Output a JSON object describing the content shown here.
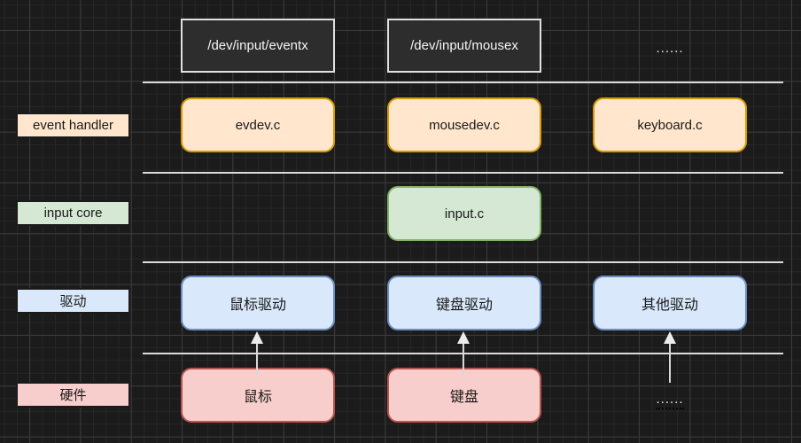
{
  "colors": {
    "background": "#1b1b1b",
    "grid_minor": "#272727",
    "grid_major": "#3b3b3b",
    "separator_line": "#dcdcdc",
    "dark_node_fill": "#2d2d2d",
    "dark_node_stroke": "#e0e0e0",
    "orange_fill": "#ffe6cc",
    "orange_stroke": "#d79b00",
    "green_fill": "#d5e8d4",
    "green_stroke": "#82b366",
    "blue_fill": "#dae8fc",
    "blue_stroke": "#6c8ebf",
    "red_fill": "#f8cecc",
    "red_stroke": "#b85450",
    "arrow": "#ececec",
    "node_text": "#1a1a1a",
    "light_text": "#f5f5f5"
  },
  "device_nodes": {
    "event": "/dev/input/eventx",
    "mouse": "/dev/input/mousex",
    "ellipsis": "......"
  },
  "layers": {
    "event_handler": {
      "label": "event handler",
      "nodes": {
        "evdev": "evdev.c",
        "mousedev": "mousedev.c",
        "keyboard": "keyboard.c"
      }
    },
    "input_core": {
      "label": "input core",
      "nodes": {
        "input": "input.c"
      }
    },
    "driver": {
      "label": "驱动",
      "nodes": {
        "mouse_driver": "鼠标驱动",
        "keyboard_driver": "键盘驱动",
        "other_driver": "其他驱动"
      }
    },
    "hardware": {
      "label": "硬件",
      "nodes": {
        "mouse": "鼠标",
        "keyboard": "键盘",
        "ellipsis": "......"
      }
    }
  }
}
